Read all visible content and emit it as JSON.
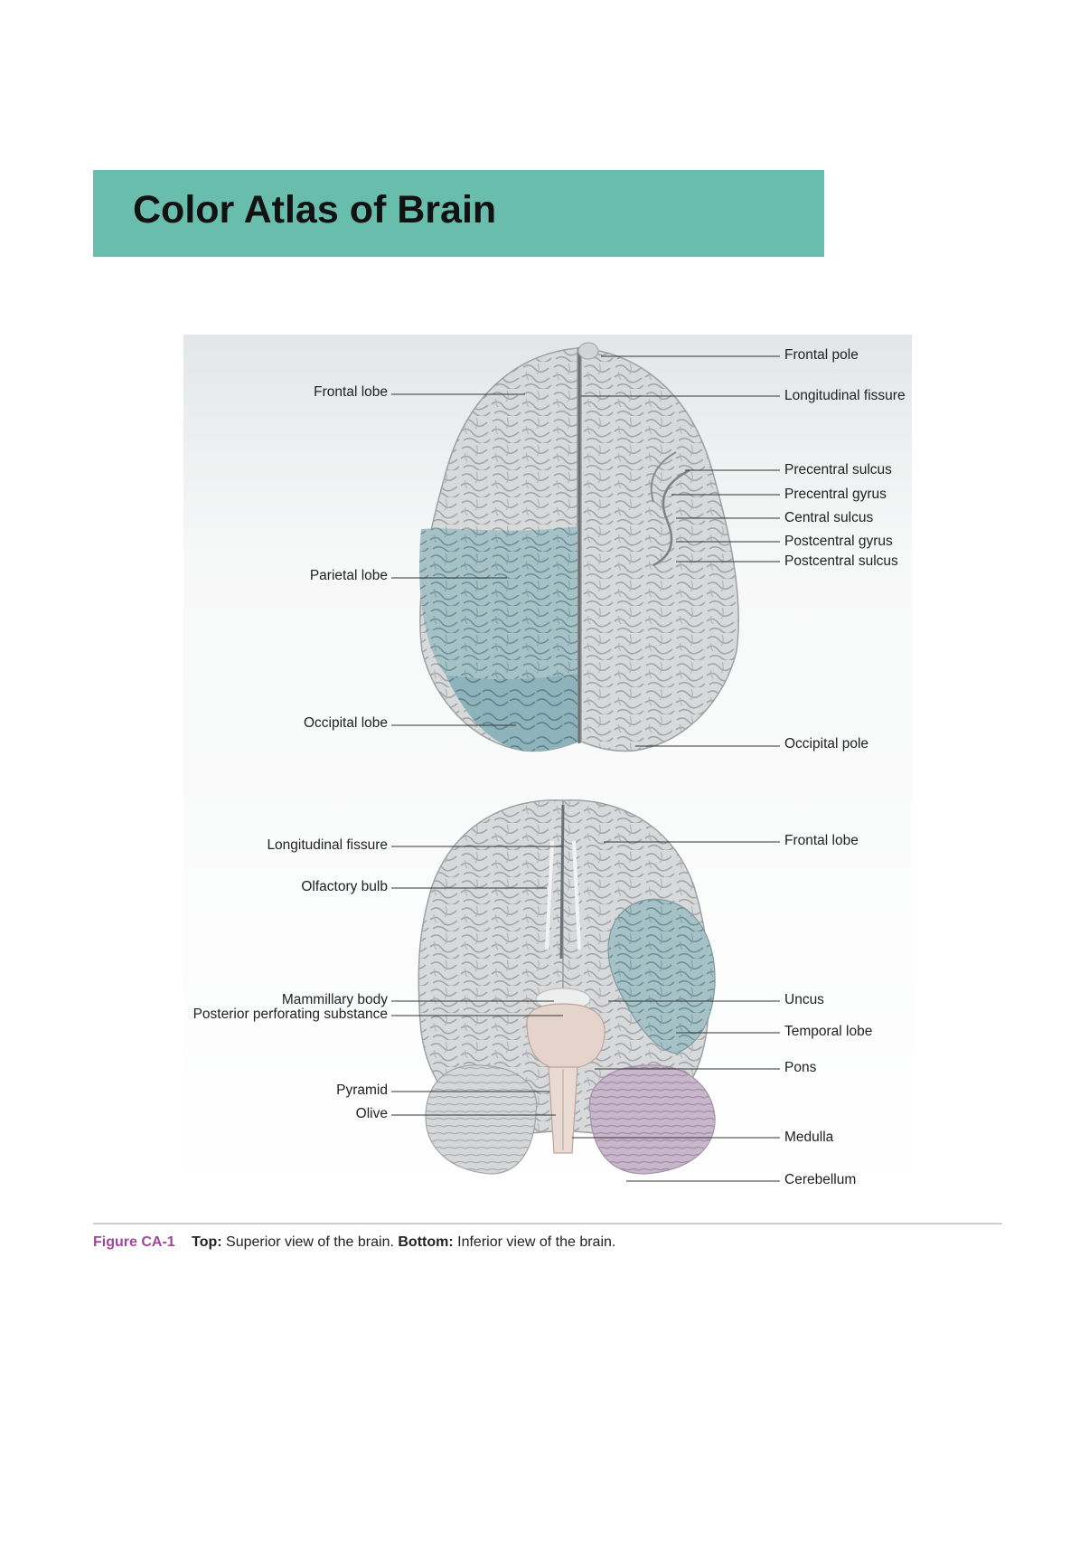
{
  "page_title": "Color Atlas of Brain",
  "colors": {
    "banner": "#69bdad",
    "lobe_highlight": "#9fbcc2",
    "brain_gray": "#d9dadb",
    "pons": "#e4d4cc",
    "cerebellum": "#c9b8cc",
    "figure_label": "#a0479a"
  },
  "superior_view": {
    "labels_left": [
      "Frontal lobe",
      "Parietal lobe",
      "Occipital lobe"
    ],
    "labels_right": [
      "Frontal pole",
      "Longitudinal fissure",
      "Precentral sulcus",
      "Precentral gyrus",
      "Central sulcus",
      "Postcentral gyrus",
      "Postcentral sulcus",
      "Occipital pole"
    ]
  },
  "inferior_view": {
    "labels_left": [
      "Longitudinal fissure",
      "Olfactory bulb",
      "Mammillary body",
      "Posterior perforating substance",
      "Pyramid",
      "Olive"
    ],
    "labels_right": [
      "Frontal lobe",
      "Uncus",
      "Temporal lobe",
      "Pons",
      "Medulla",
      "Cerebellum"
    ]
  },
  "caption": {
    "figure_number": "Figure CA-1",
    "top_label": "Top:",
    "top_text": "Superior view of the brain.",
    "bottom_label": "Bottom:",
    "bottom_text": "Inferior view of the brain."
  }
}
